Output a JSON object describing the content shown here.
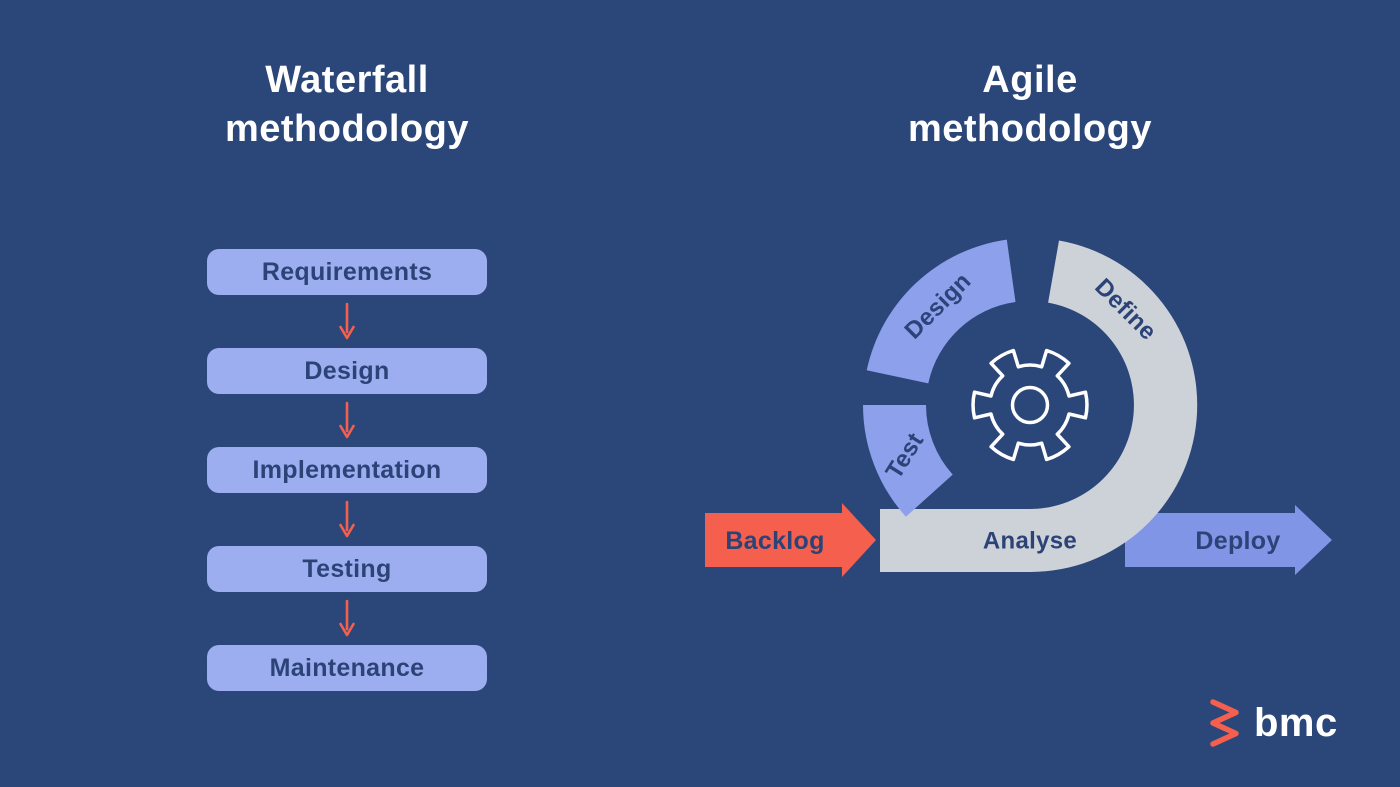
{
  "colors": {
    "background": "#2B4679",
    "step_box": "#9DAEF0",
    "ring_blue": "#8CA0EB",
    "ring_gray": "#CDD1D8",
    "coral": "#F4604D",
    "deploy_blue": "#8095E6",
    "navy_text": "#2B4377",
    "white": "#FFFFFF"
  },
  "waterfall": {
    "title_line1": "Waterfall",
    "title_line2": "methodology",
    "steps": [
      "Requirements",
      "Design",
      "Implementation",
      "Testing",
      "Maintenance"
    ]
  },
  "agile": {
    "title_line1": "Agile",
    "title_line2": "methodology",
    "ring_segments": [
      {
        "label": "Design",
        "color": "#8CA0EB"
      },
      {
        "label": "Define",
        "color": "#CDD1D8"
      },
      {
        "label": "Test",
        "color": "#8CA0EB"
      },
      {
        "label": "Analyse",
        "color": "#CDD1D8"
      }
    ],
    "input_arrow": {
      "label": "Backlog",
      "color": "#F4604D"
    },
    "output_arrow": {
      "label": "Deploy",
      "color": "#8095E6"
    },
    "center_icon": "gear-icon"
  },
  "logo": {
    "text": "bmc",
    "mark_color": "#F4604D"
  }
}
